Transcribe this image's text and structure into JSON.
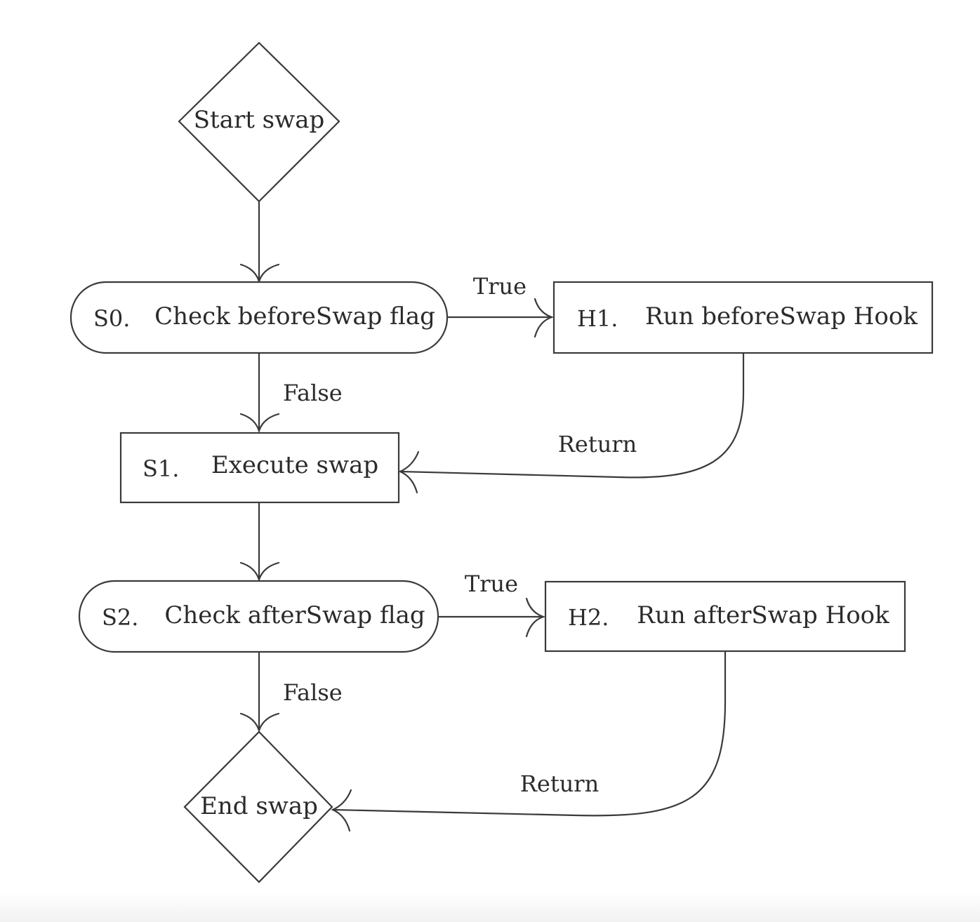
{
  "diagram": {
    "nodes": {
      "start": {
        "label": "Start swap"
      },
      "s0": {
        "id": "S0.",
        "label": "Check beforeSwap flag"
      },
      "h1": {
        "id": "H1.",
        "label": "Run beforeSwap Hook"
      },
      "s1": {
        "id": "S1.",
        "label": "Execute swap"
      },
      "s2": {
        "id": "S2.",
        "label": "Check afterSwap flag"
      },
      "h2": {
        "id": "H2.",
        "label": "Run afterSwap Hook"
      },
      "end": {
        "label": "End swap"
      }
    },
    "edges": {
      "s0_h1": {
        "label": "True"
      },
      "s0_s1": {
        "label": "False"
      },
      "h1_s1": {
        "label": "Return"
      },
      "s2_h2": {
        "label": "True"
      },
      "s2_end": {
        "label": "False"
      },
      "h2_end": {
        "label": "Return"
      }
    }
  }
}
